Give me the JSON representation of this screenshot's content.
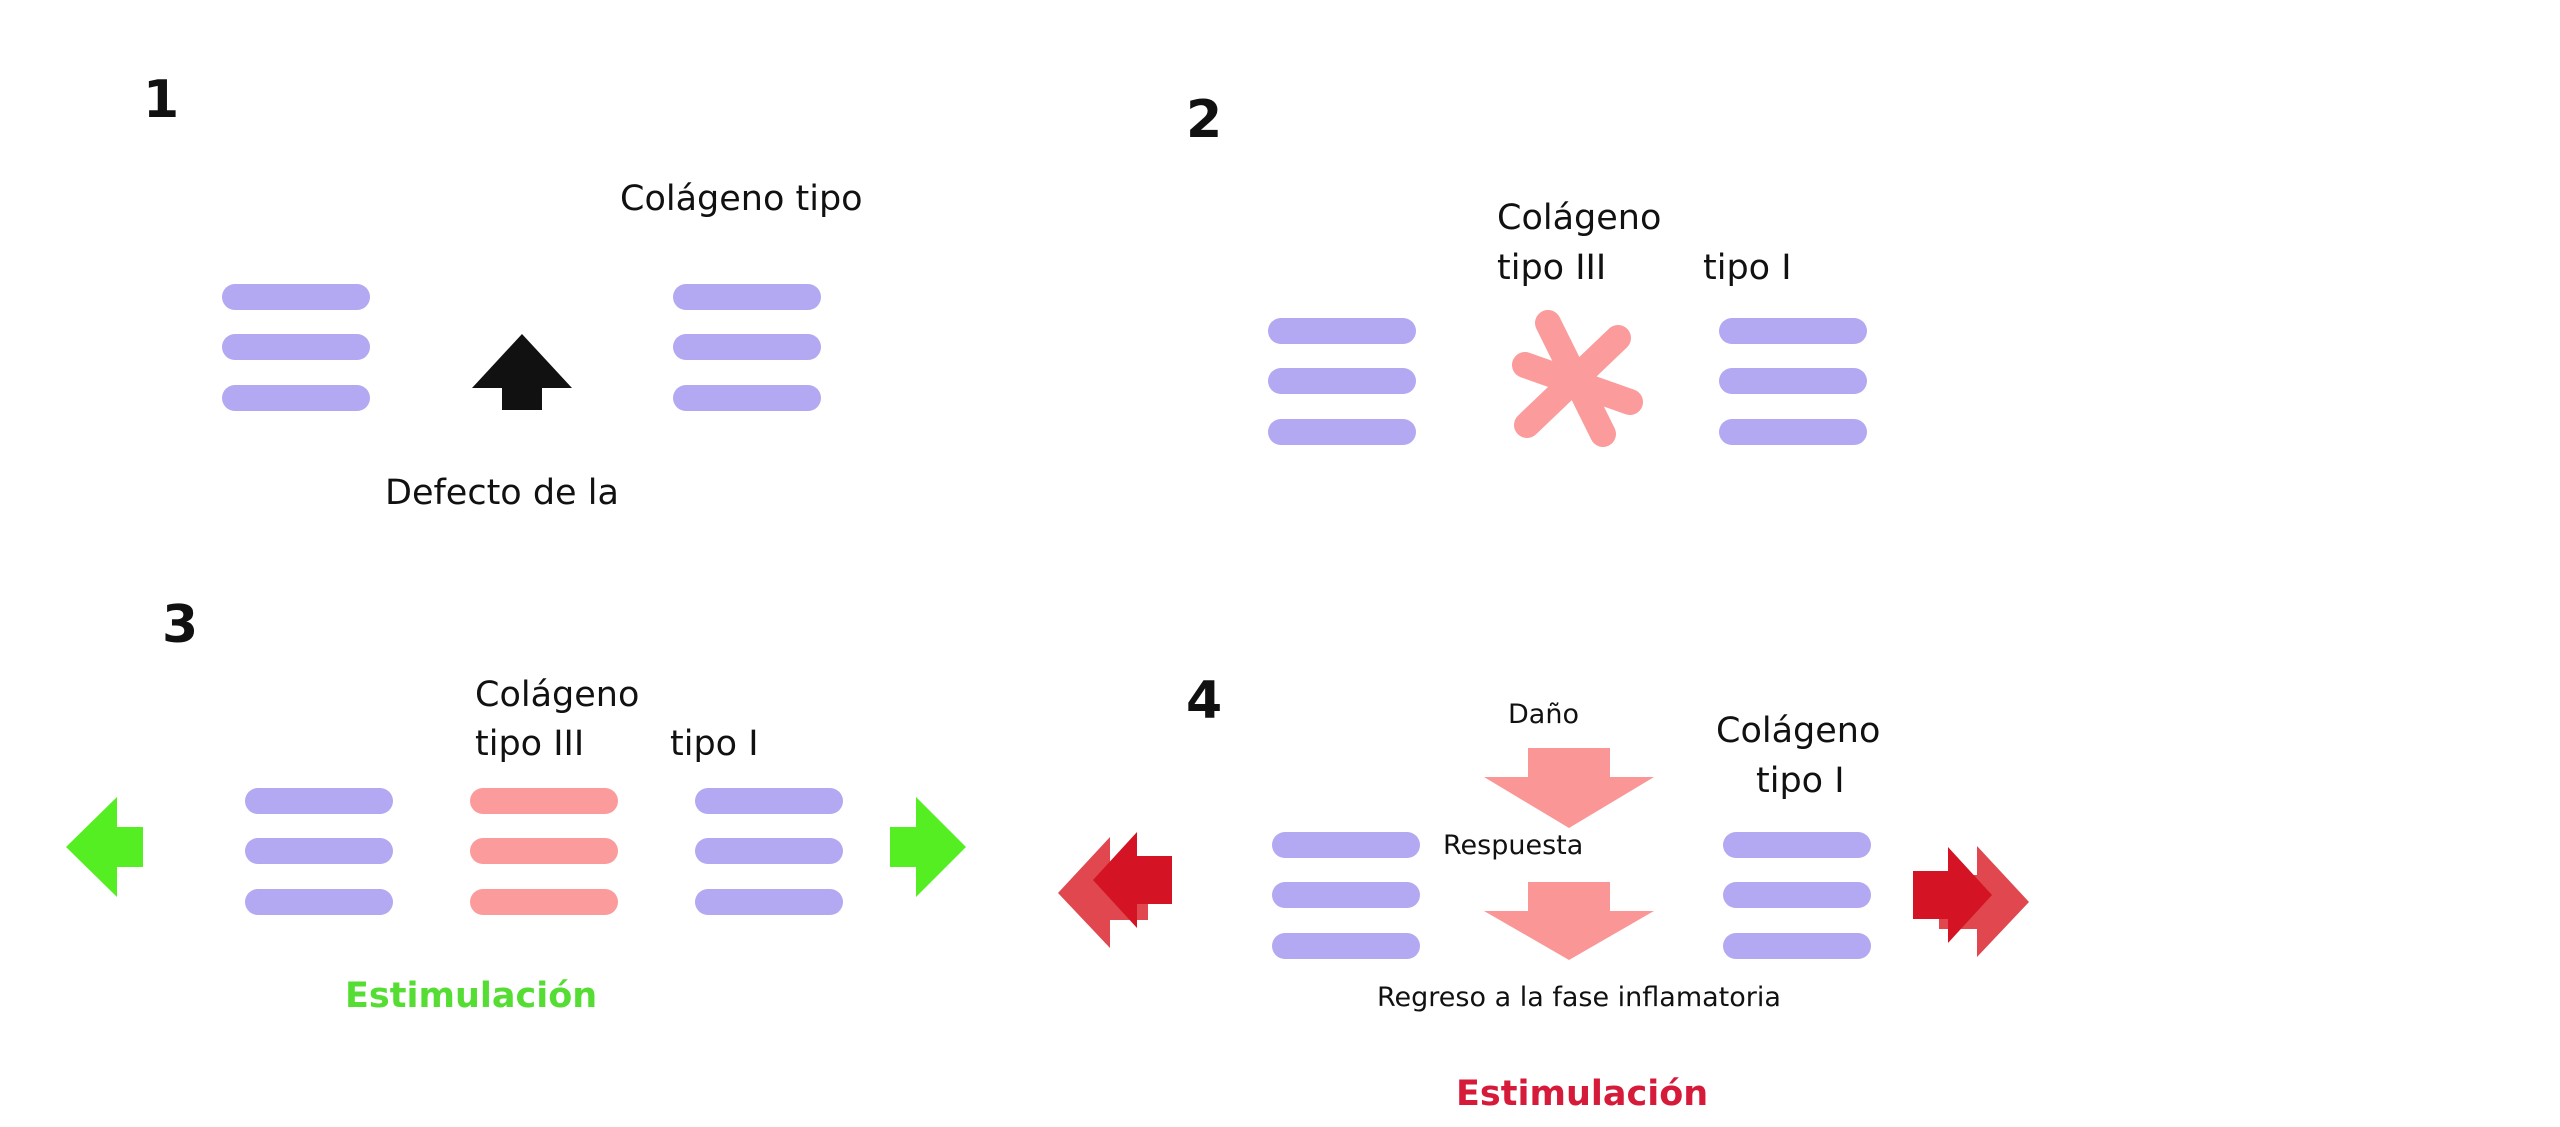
{
  "colors": {
    "fiber_type_i": "#b3a8f2",
    "fiber_type_iii": "#fb9b9b",
    "black_arrow": "#111111",
    "green_arrow": "#55ee22",
    "green_text": "#55dd33",
    "red_arrow_front": "#d41424",
    "red_arrow_back": "#e0474f",
    "red_text": "#d61a3a",
    "salmon_arrow": "#fb9696"
  },
  "panel1": {
    "number": "1",
    "label_top": "Colágeno tipo",
    "label_bottom": "Defecto de la"
  },
  "panel2": {
    "number": "2",
    "label_center_1": "Colágeno",
    "label_center_2": "tipo III",
    "label_right": "tipo I"
  },
  "panel3": {
    "number": "3",
    "label_center_1": "Colágeno",
    "label_center_2": "tipo III",
    "label_right": "tipo I",
    "label_bottom": "Estimulación"
  },
  "panel4": {
    "number": "4",
    "label_damage": "Daño",
    "label_response": "Respuesta",
    "label_right_1": "Colágeno",
    "label_right_2": "tipo I",
    "label_regression": "Regreso a la fase inflamatoria",
    "label_bottom": "Estimulación"
  }
}
